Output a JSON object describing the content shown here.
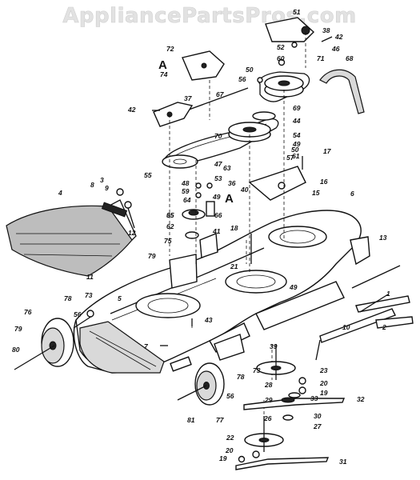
{
  "watermark": "AppliancePartsPros.com",
  "callout_letter": "A",
  "part_labels": [
    "1",
    "2",
    "3",
    "4",
    "5",
    "6",
    "7",
    "8",
    "9",
    "10",
    "11",
    "12",
    "13",
    "15",
    "16",
    "17",
    "18",
    "19",
    "20",
    "21",
    "22",
    "23",
    "26",
    "27",
    "28",
    "29",
    "30",
    "31",
    "32",
    "33",
    "35",
    "36",
    "37",
    "38",
    "39",
    "40",
    "41",
    "42",
    "43",
    "44",
    "46",
    "47",
    "48",
    "49",
    "50",
    "51",
    "52",
    "53",
    "54",
    "55",
    "56",
    "57",
    "59",
    "60",
    "61",
    "62",
    "63",
    "64",
    "65",
    "66",
    "67",
    "68",
    "69",
    "70",
    "71",
    "72",
    "73",
    "74",
    "75",
    "76",
    "77",
    "78",
    "79",
    "80",
    "81"
  ]
}
